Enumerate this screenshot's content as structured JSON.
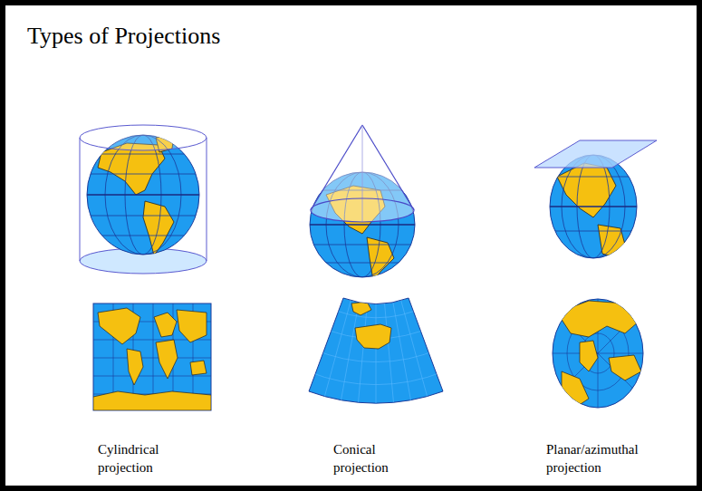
{
  "diagram": {
    "title": "Types of Projections",
    "labels": [
      "Cylindrical projection",
      "Conical projection",
      "Planar/azimuthal projection"
    ]
  }
}
